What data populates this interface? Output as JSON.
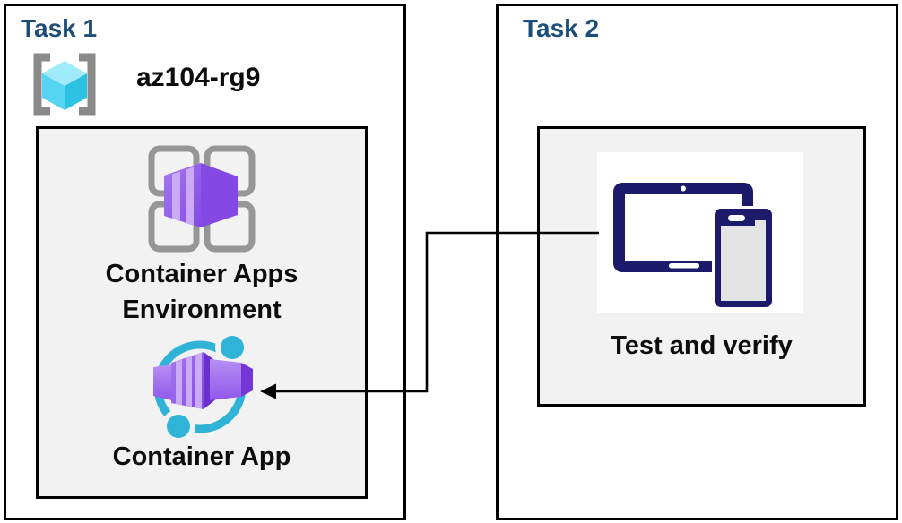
{
  "task1": {
    "title": "Task 1",
    "resource_group": {
      "icon": "azure-resource-group-icon",
      "name": "az104-rg9"
    },
    "environment_box": {
      "icon": "container-apps-environment-icon",
      "label_line1": "Container Apps",
      "label_line2": "Environment",
      "app": {
        "icon": "container-app-icon",
        "label": "Container App"
      }
    }
  },
  "task2": {
    "title": "Task 2",
    "verify_box": {
      "icon": "tablet-and-phone-icon",
      "label": "Test and verify"
    }
  },
  "connector": {
    "style": "elbow-arrow",
    "from": "test-and-verify-icon",
    "to": "container-app-icon",
    "arrowhead": "left"
  },
  "colors": {
    "task_title": "#1d4e79",
    "label_text": "#0d0d0d",
    "panel_bg": "#f2f2f2",
    "border": "#000000",
    "frame_gray": "#969696",
    "bracket_gray": "#8a8a8a",
    "cyan_ring": "#2fb4d8",
    "purple_light": "#a678f0",
    "purple_mid": "#8449e5",
    "purple_dark": "#6b2fd0",
    "stripe_purple": "#c9abf8",
    "device_navy": "#1b1a6b",
    "cube_top": "#9febfa",
    "cube_left": "#55d5f2",
    "cube_right": "#2cc2e2"
  }
}
